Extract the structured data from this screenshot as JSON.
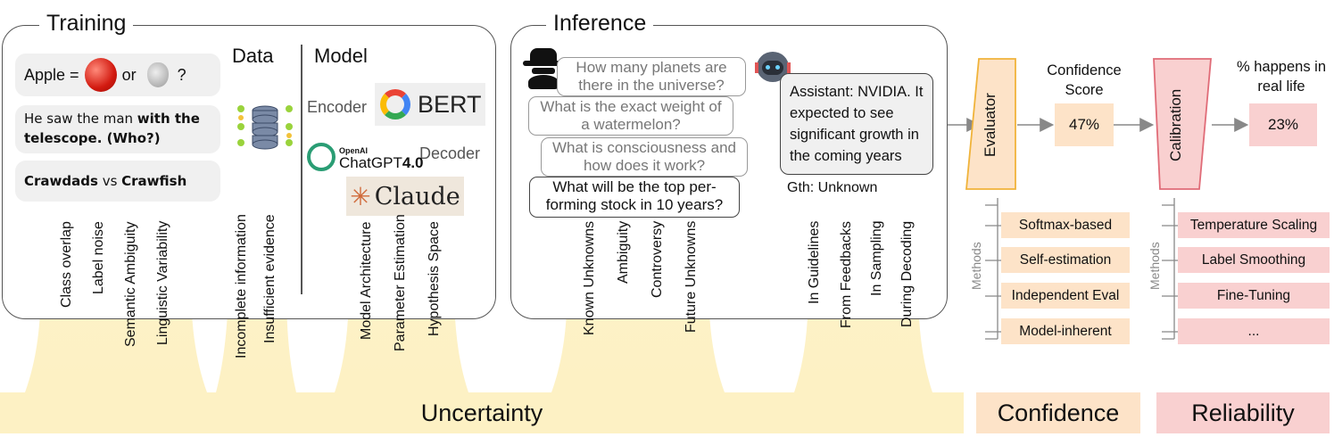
{
  "training": {
    "title": "Training",
    "data_label": "Data",
    "model_label": "Model",
    "apple": {
      "word": "Apple =",
      "or": "or",
      "q": "?"
    },
    "sentence": {
      "pre": "He saw the man ",
      "bold": "with the telescope. (Who?)"
    },
    "crawdads": {
      "a": "Crawdads",
      "vs": " vs ",
      "b": "Crawfish"
    },
    "encoder": "Encoder",
    "bert": "BERT",
    "decoder": "Decoder",
    "openai": "OpenAI",
    "chatgpt": "ChatGPT",
    "chatgpt_ver": "4.0",
    "claude": "Claude",
    "data_causes": [
      "Class overlap",
      "Label noise",
      "Semantic Ambiguity",
      "Linguistic Variability"
    ],
    "info_causes": [
      "Incomplete information",
      "Insufficient evidence"
    ],
    "model_causes": [
      "Model Architecture",
      "Parameter Estimation",
      "Hypothesis Space"
    ]
  },
  "inference": {
    "title": "Inference",
    "questions": [
      "How many planets are there in the universe?",
      "What is the exact weight of a watermelon?",
      "What is consciousness and how does it work?",
      "What will be the top per-forming stock in 10 years?"
    ],
    "answer": "Assistant: NVIDIA. It expected to see significant growth in the coming years",
    "gth": "Gth: Unknown",
    "query_causes": [
      "Known Unknowns",
      "Ambiguity",
      "Controversy",
      "Future Unknowns"
    ],
    "response_causes": [
      "In Guidelines",
      "From Feedbacks",
      "In Sampling",
      "During Decoding"
    ]
  },
  "confidence": {
    "evaluator": "Evaluator",
    "score_label": "Confidence Score",
    "score": "47%",
    "methods_label": "Methods",
    "methods": [
      "Softmax-based",
      "Self-estimation",
      "Independent Eval",
      "Model-inherent"
    ]
  },
  "reliability": {
    "calibration": "Calibration",
    "real_label": "% happens in real life",
    "real_value": "23%",
    "methods_label": "Methods",
    "methods": [
      "Temperature Scaling",
      "Label Smoothing",
      "Fine-Tuning",
      "..."
    ]
  },
  "bottom": {
    "uncertainty": "Uncertainty",
    "confidence": "Confidence",
    "reliability": "Reliability"
  },
  "colors": {
    "uncertainty": "#fdf1c4",
    "confidence": "#fde3c8",
    "reliability": "#f9d0d0",
    "funnel_orange": "#f0b33a",
    "funnel_pink": "#e06c78"
  }
}
